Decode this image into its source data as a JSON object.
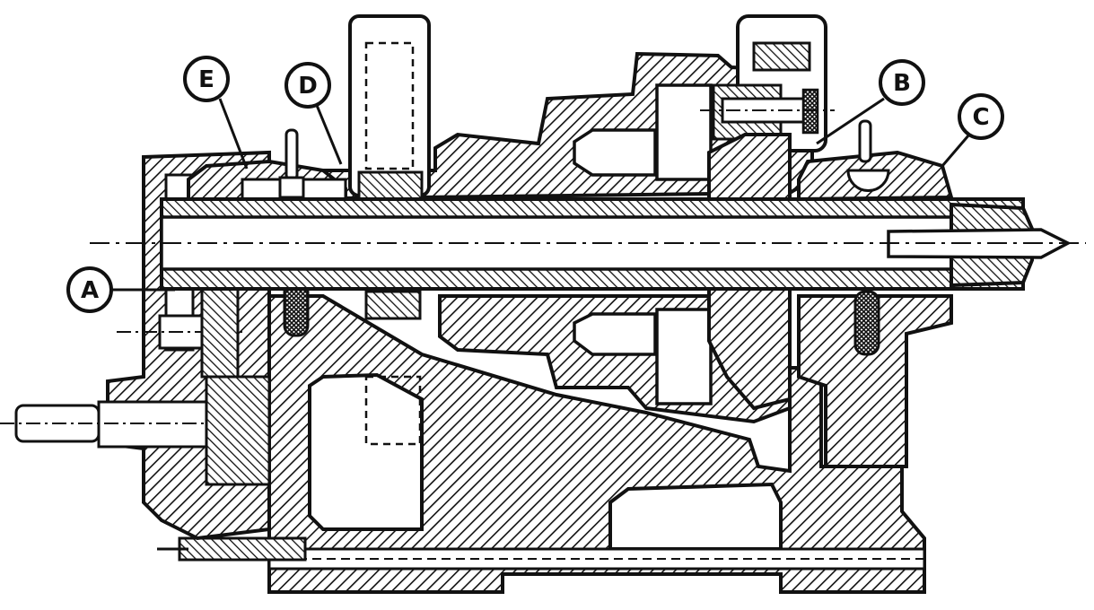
{
  "colors": {
    "ink": "#111111",
    "paper": "#ffffff"
  },
  "callouts": [
    {
      "id": "A",
      "label": "A"
    },
    {
      "id": "B",
      "label": "B"
    },
    {
      "id": "C",
      "label": "C"
    },
    {
      "id": "D",
      "label": "D"
    },
    {
      "id": "E",
      "label": "E"
    }
  ]
}
